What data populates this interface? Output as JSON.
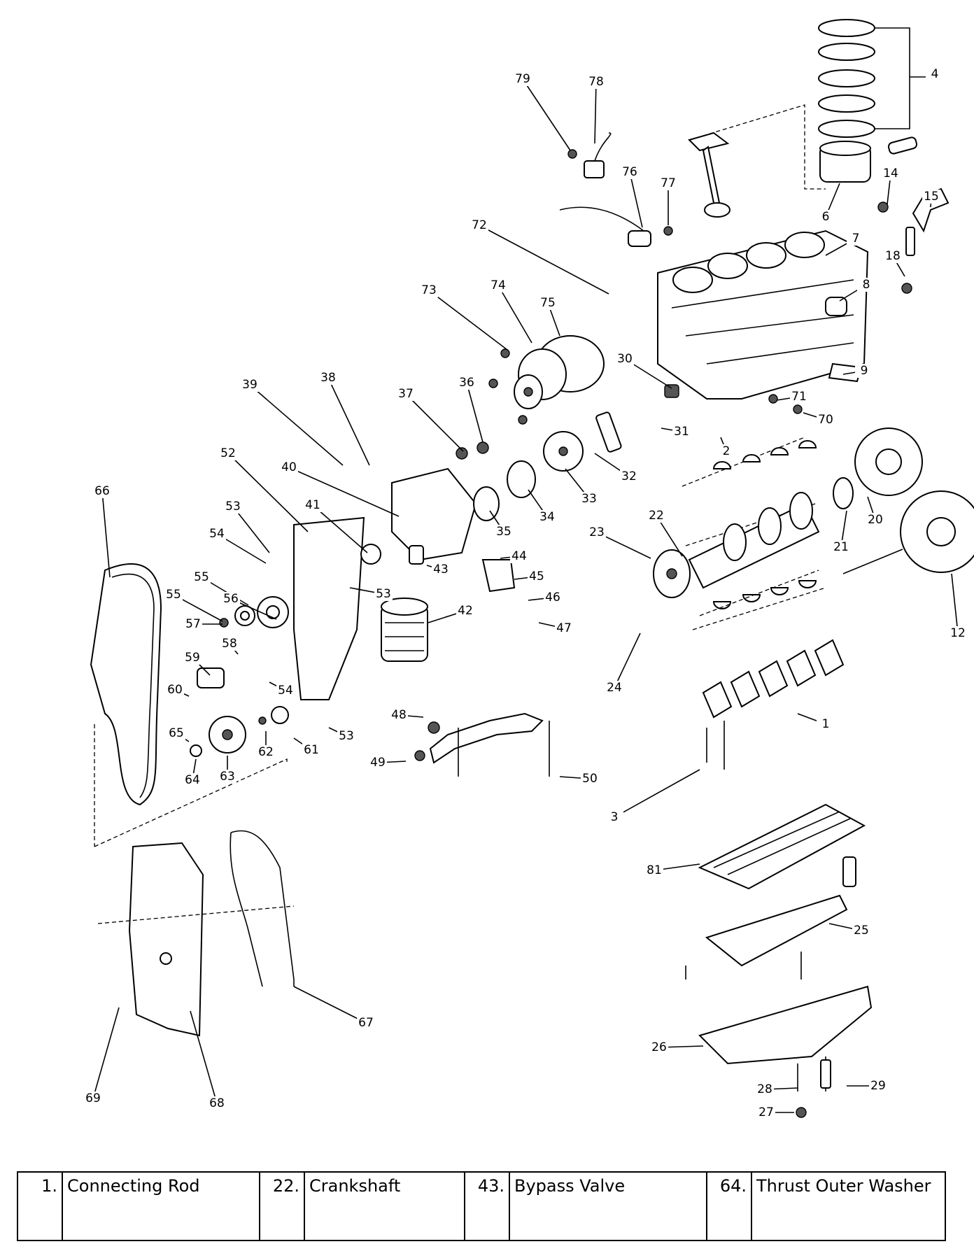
{
  "diagram": {
    "callouts": [
      "1",
      "2",
      "3",
      "4",
      "6",
      "7",
      "8",
      "9",
      "12",
      "14",
      "15",
      "18",
      "20",
      "21",
      "22",
      "23",
      "24",
      "25",
      "26",
      "27",
      "28",
      "29",
      "30",
      "31",
      "32",
      "33",
      "34",
      "35",
      "36",
      "37",
      "38",
      "39",
      "40",
      "41",
      "42",
      "43",
      "44",
      "45",
      "46",
      "47",
      "48",
      "49",
      "50",
      "52",
      "53",
      "54",
      "55",
      "56",
      "57",
      "58",
      "59",
      "60",
      "61",
      "62",
      "63",
      "64",
      "65",
      "66",
      "67",
      "68",
      "69",
      "70",
      "71",
      "72",
      "73",
      "74",
      "75",
      "76",
      "77",
      "78",
      "79",
      "81"
    ]
  },
  "legend": [
    {
      "num": "1.",
      "name": "Connecting Rod"
    },
    {
      "num": "22.",
      "name": "Crankshaft"
    },
    {
      "num": "43.",
      "name": "Bypass Valve"
    },
    {
      "num": "64.",
      "name": "Thrust Outer Washer"
    }
  ]
}
